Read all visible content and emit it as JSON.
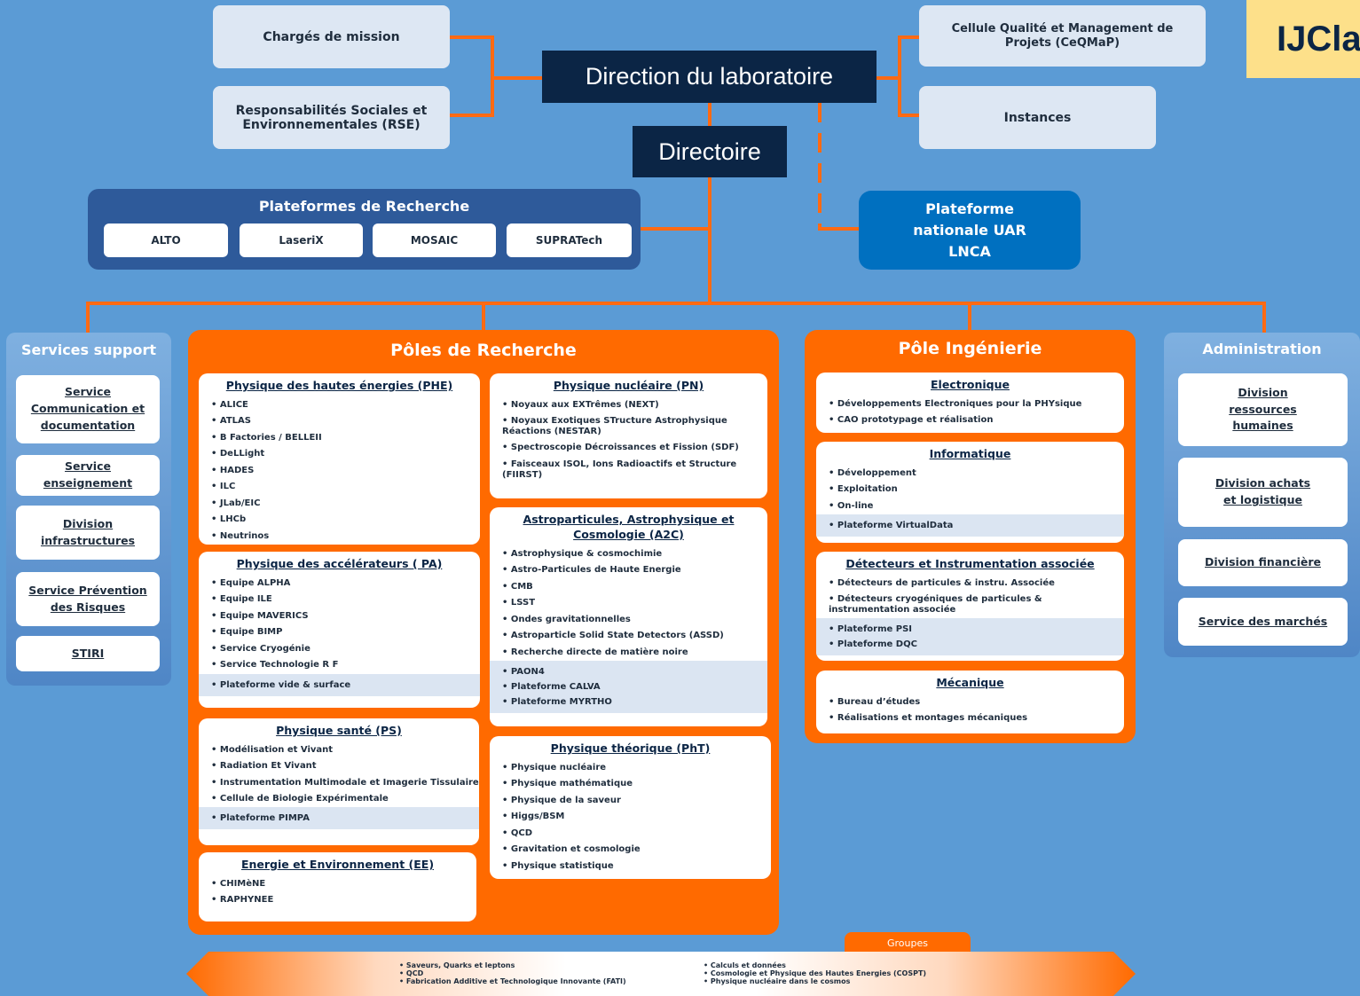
{
  "brand": "IJCla",
  "top": {
    "direction": "Direction du laboratoire",
    "directoire": "Directoire",
    "left_boxes": [
      "Chargés de mission",
      "Responsabilités Sociales et Environnementales (RSE)"
    ],
    "right_boxes": [
      "Cellule Qualité et Management de Projets (CeQMaP)",
      "Instances"
    ],
    "national_platform": "Plateforme nationale UAR LNCA"
  },
  "platforms": {
    "title": "Plateformes de Recherche",
    "items": [
      "ALTO",
      "LaseriX",
      "MOSAIC",
      "SUPRATech"
    ]
  },
  "services_support": {
    "title": "Services support",
    "items": [
      "Service Communication et documentation",
      "Service enseignement",
      "Division infrastructures",
      "Service Prévention des Risques",
      "STIRI"
    ]
  },
  "administration": {
    "title": "Administration",
    "items": [
      "Division ressources humaines",
      "Division achats et logistique",
      "Division financière",
      "Service des marchés"
    ]
  },
  "poles_recherche": {
    "title": "Pôles de Recherche",
    "cards": [
      {
        "title": "Physique des hautes énergies (PHE)",
        "items": [
          "ALICE",
          "ATLAS",
          "B Factories / BELLEII",
          "DeLLight",
          "HADES",
          "ILC",
          "JLab/EIC",
          "LHCb",
          "Neutrinos"
        ],
        "platforms": []
      },
      {
        "title": "Physique des accélérateurs ( PA)",
        "items": [
          "Equipe ALPHA",
          "Equipe ILE",
          "Equipe MAVERICS",
          "Equipe BIMP",
          "Service Cryogénie",
          "Service Technologie R F"
        ],
        "platforms": [
          "Plateforme vide & surface"
        ]
      },
      {
        "title": "Physique santé (PS)",
        "items": [
          "Modélisation et Vivant",
          "Radiation Et Vivant",
          "Instrumentation Multimodale et Imagerie Tissulaire",
          "Cellule de Biologie Expérimentale"
        ],
        "platforms": [
          "Plateforme PIMPA"
        ]
      },
      {
        "title": "Energie et Environnement (EE)",
        "items": [
          "CHIMèNE",
          "RAPHYNEE"
        ],
        "platforms": []
      },
      {
        "title": "Physique nucléaire (PN)",
        "items": [
          "Noyaux aux EXTrêmes (NEXT)",
          "Noyaux Exotiques STructure Astrophysique Réactions (NESTAR)",
          "Spectroscopie Décroissances et Fission (SDF)",
          "Faisceaux ISOL, Ions Radioactifs et Structure (FIIRST)"
        ],
        "platforms": []
      },
      {
        "title": "Astroparticules, Astrophysique et Cosmologie (A2C)",
        "items": [
          "Astrophysique & cosmochimie",
          "Astro-Particules de Haute Energie",
          "CMB",
          "LSST",
          "Ondes gravitationnelles",
          "Astroparticle Solid State Detectors (ASSD)",
          "Recherche directe de matière noire"
        ],
        "platforms": [
          "PAON4",
          "Plateforme CALVA",
          "Plateforme MYRTHO"
        ]
      },
      {
        "title": "Physique théorique (PhT)",
        "items": [
          "Physique nucléaire",
          "Physique mathématique",
          "Physique de la saveur",
          "Higgs/BSM",
          "QCD",
          "Gravitation et cosmologie",
          "Physique statistique"
        ],
        "platforms": []
      }
    ]
  },
  "pole_ingenierie": {
    "title": "Pôle Ingénierie",
    "cards": [
      {
        "title": "Electronique",
        "items": [
          "Développements Electroniques pour la PHYsique",
          "CAO prototypage et réalisation"
        ],
        "platforms": []
      },
      {
        "title": "Informatique",
        "items": [
          "Développement",
          "Exploitation",
          "On-line"
        ],
        "platforms": [
          "Plateforme VirtualData"
        ]
      },
      {
        "title": "Détecteurs et Instrumentation associée",
        "items": [
          "Détecteurs de particules & instru. Associée",
          "Détecteurs cryogéniques de particules & instrumentation associée"
        ],
        "platforms": [
          "Plateforme PSI",
          "Plateforme DQC"
        ]
      },
      {
        "title": "Mécanique",
        "items": [
          "Bureau d’études",
          "Réalisations et montages mécaniques"
        ],
        "platforms": []
      }
    ]
  },
  "groupes": {
    "title": "Groupes",
    "left": [
      "Saveurs, Quarks et leptons",
      "QCD",
      "Fabrication Additive et Technologique Innovante (FATI)"
    ],
    "right": [
      "Calculs et données",
      "Cosmologie et Physique des Hautes Energies (COSPT)",
      "Physique nucléaire dans le cosmos"
    ]
  },
  "colors": {
    "background": "#5b9bd5",
    "orange": "#ff6a00",
    "navy": "#0b2545",
    "brand_bg": "#fde08a"
  }
}
